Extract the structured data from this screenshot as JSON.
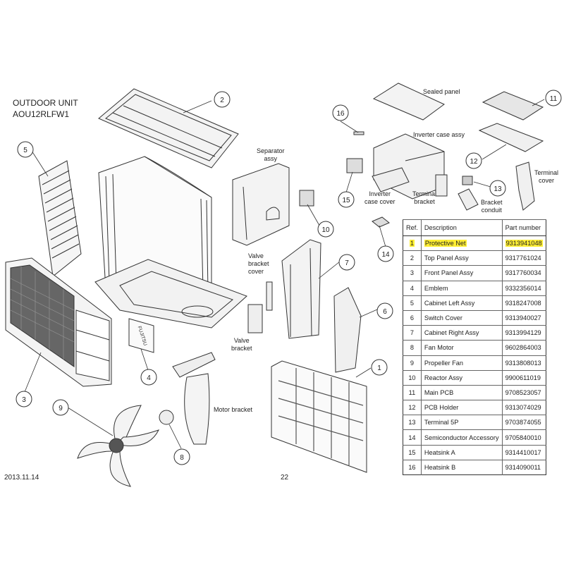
{
  "header": {
    "line1": "OUTDOOR UNIT",
    "line2": "AOU12RLFW1"
  },
  "footer": {
    "date": "2013.11.14",
    "page": "22"
  },
  "callouts": [
    "1",
    "2",
    "3",
    "4",
    "5",
    "6",
    "7",
    "8",
    "9",
    "10",
    "11",
    "12",
    "13",
    "14",
    "15",
    "16"
  ],
  "labels": {
    "sealed_panel": "Sealed panel",
    "inverter_case_assy": "Inverter case assy",
    "separator_assy_1": "Separator",
    "separator_assy_2": "assy",
    "terminal_cover_1": "Terminal",
    "terminal_cover_2": "cover",
    "inverter_case_cover_1": "Inverter",
    "inverter_case_cover_2": "case cover",
    "terminal_bracket_1": "Terminal",
    "terminal_bracket_2": "bracket",
    "bracket_conduit_1": "Bracket",
    "bracket_conduit_2": "conduit",
    "valve_bracket_cover_1": "Valve",
    "valve_bracket_cover_2": "bracket",
    "valve_bracket_cover_3": "cover",
    "valve_bracket_1": "Valve",
    "valve_bracket_2": "bracket",
    "motor_bracket": "Motor bracket",
    "emblem_text": "FUJITSU"
  },
  "parts_table": {
    "headers": [
      "Ref.",
      "Description",
      "Part number"
    ],
    "highlight_color": "#ffee33",
    "rows": [
      {
        "ref": "1",
        "desc": "Protective Net",
        "part": "9313941048"
      },
      {
        "ref": "2",
        "desc": "Top Panel Assy",
        "part": "9317761024"
      },
      {
        "ref": "3",
        "desc": "Front Panel Assy",
        "part": "9317760034"
      },
      {
        "ref": "4",
        "desc": "Emblem",
        "part": "9332356014"
      },
      {
        "ref": "5",
        "desc": "Cabinet Left Assy",
        "part": "9318247008"
      },
      {
        "ref": "6",
        "desc": "Switch Cover",
        "part": "9313940027"
      },
      {
        "ref": "7",
        "desc": "Cabinet Right Assy",
        "part": "9313994129"
      },
      {
        "ref": "8",
        "desc": "Fan Motor",
        "part": "9602864003"
      },
      {
        "ref": "9",
        "desc": "Propeller Fan",
        "part": "9313808013"
      },
      {
        "ref": "10",
        "desc": "Reactor Assy",
        "part": "9900611019"
      },
      {
        "ref": "11",
        "desc": "Main PCB",
        "part": "9708523057"
      },
      {
        "ref": "12",
        "desc": "PCB Holder",
        "part": "9313074029"
      },
      {
        "ref": "13",
        "desc": "Terminal 5P",
        "part": "9703874055"
      },
      {
        "ref": "14",
        "desc": "Semiconductor Accessory",
        "part": "9705840010"
      },
      {
        "ref": "15",
        "desc": "Heatsink A",
        "part": "9314410017"
      },
      {
        "ref": "16",
        "desc": "Heatsink B",
        "part": "9314090011"
      }
    ]
  }
}
